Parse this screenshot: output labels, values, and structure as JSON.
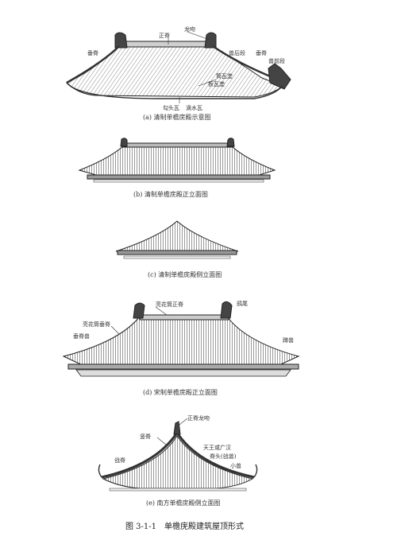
{
  "figure_caption": "图 3-1-1　单檐庑殿建筑屋顶形式",
  "panels": {
    "a": {
      "caption": "(a) 清制单檐庑殿示意图",
      "labels": {
        "zhengji": "正脊",
        "longwen": "龙吻",
        "chuiji_left": "垂脊",
        "shouhouduan": "兽后段",
        "chuiji_right": "垂脊",
        "shouqianduan": "兽前段",
        "tongwalong": "筒瓦垄",
        "banwalong": "板瓦垄",
        "goutouwa": "勾头瓦",
        "dishuiwa": "滴水瓦"
      }
    },
    "b": {
      "caption": "(b) 清制单檐庑殿正立面图"
    },
    "c": {
      "caption": "(c) 清制单檐庑殿侧立面图"
    },
    "d": {
      "caption": "(d) 宋制单檐庑殿正立面图",
      "labels": {
        "left_ridge": "亮花筒垂脊",
        "top_ridge": "亮花筒正脊",
        "chiwei": "鸱尾",
        "chuishou": "垂脊兽",
        "dunshou": "蹲兽"
      }
    },
    "e": {
      "caption": "(e) 南方单檐庑殿侧立面图",
      "labels": {
        "zhengji_longwen": "正脊龙吻",
        "shuji": "竖脊",
        "tianwang": "天王或广汉",
        "chuntou": "脊头(戗兽)",
        "xiaoshou": "小兽",
        "qiangji": "戗脊"
      }
    }
  }
}
